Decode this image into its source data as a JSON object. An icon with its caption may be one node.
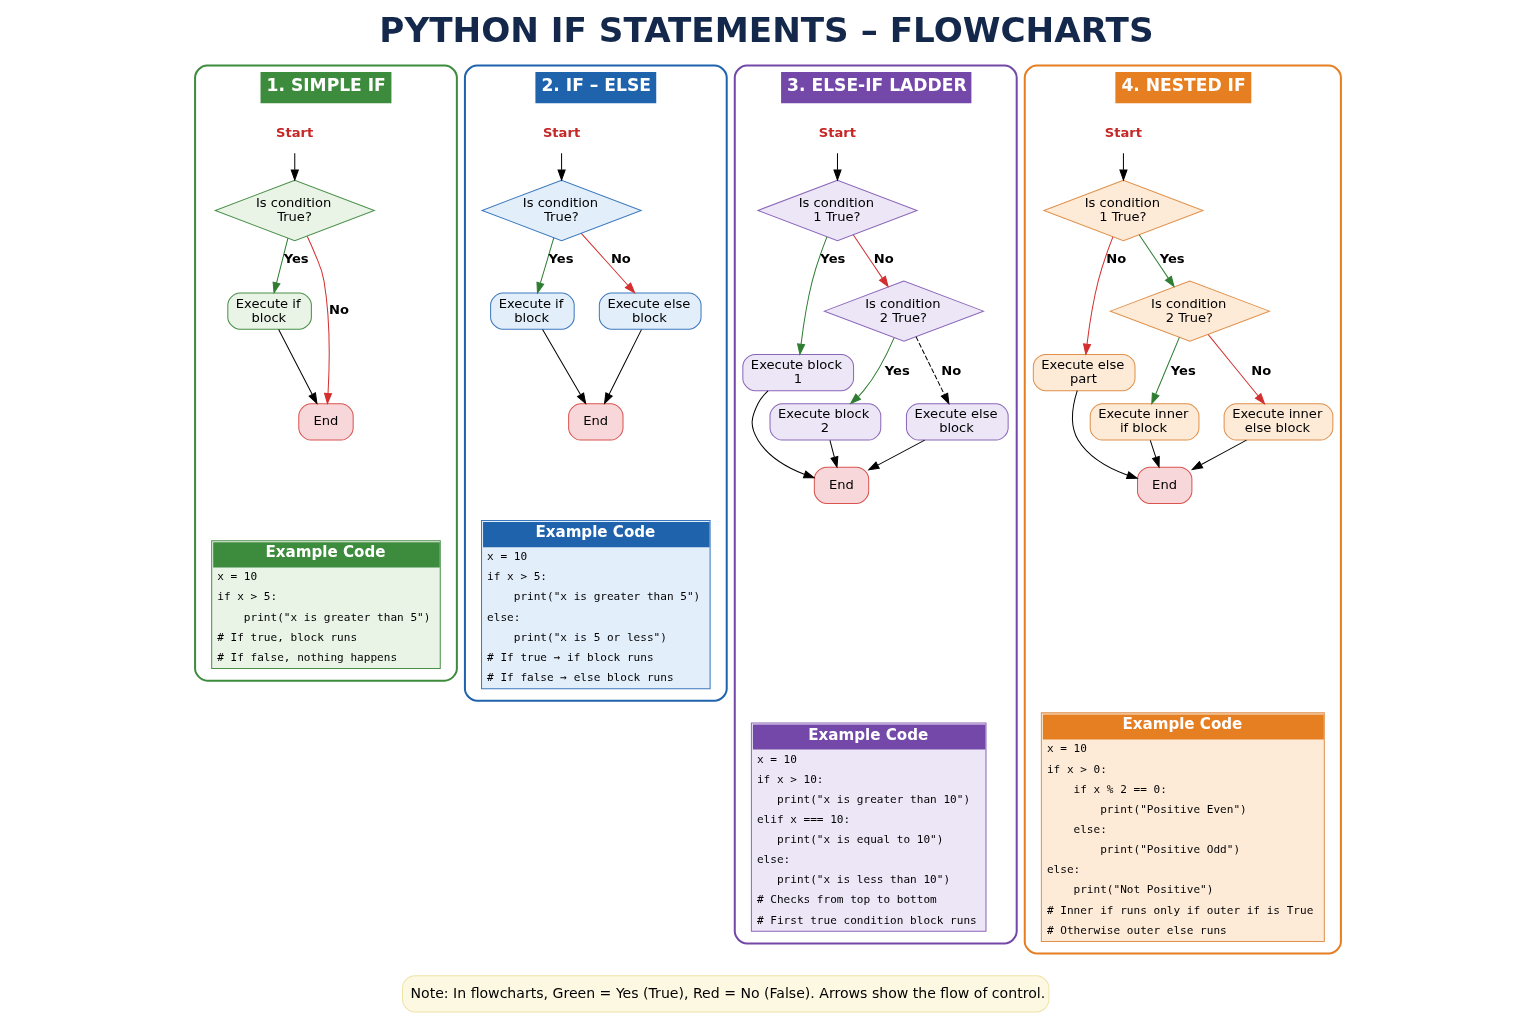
{
  "diagram": {
    "title": "PYTHON IF STATEMENTS – FLOWCHARTS",
    "nodes": [
      {
        "text": [
          "1. SIMPLE IF"
        ]
      },
      {
        "text": [
          "Start"
        ],
        "in": 0
      },
      {
        "text": [
          "Is condition True?"
        ],
        "in": 0
      },
      {
        "text": [
          "Execute if block"
        ],
        "in": 0
      },
      {
        "text": [
          "End"
        ],
        "in": 0
      },
      {
        "text": [
          "Example Code",
          "x = 10",
          "if x > 5:",
          "    print(\"x is greater than 5\")",
          "# If true, block runs",
          "# If false, nothing happens"
        ],
        "in": 0
      },
      {
        "text": [
          "2. IF – ELSE"
        ]
      },
      {
        "text": [
          "Start"
        ],
        "in": 6
      },
      {
        "text": [
          "Is condition True?"
        ],
        "in": 6
      },
      {
        "text": [
          "Execute if block"
        ],
        "in": 6
      },
      {
        "text": [
          "Execute else block"
        ],
        "in": 6
      },
      {
        "text": [
          "End"
        ],
        "in": 6
      },
      {
        "text": [
          "Example Code",
          "x = 10",
          "if x > 5:",
          "    print(\"x is greater than 5\")",
          "else:",
          "    print(\"x is 5 or less\")",
          "# If true → if block runs",
          "# If false → else block runs"
        ],
        "in": 6
      },
      {
        "text": [
          "3. ELSE-IF LADDER"
        ]
      },
      {
        "text": [
          "Start"
        ],
        "in": 13
      },
      {
        "text": [
          "Is condition 1 True?"
        ],
        "in": 13
      },
      {
        "text": [
          "Execute block 1"
        ],
        "in": 13
      },
      {
        "text": [
          "Is condition 2 True?"
        ],
        "in": 13
      },
      {
        "text": [
          "Execute block 2"
        ],
        "in": 13
      },
      {
        "text": [
          "Execute else block"
        ],
        "in": 13
      },
      {
        "text": [
          "End"
        ],
        "in": 13
      },
      {
        "text": [
          "Example Code",
          "x = 10",
          "if x > 10:",
          "   print(\"x is greater than 10\")",
          "elif x === 10:",
          "   print(\"x is equal to 10\")",
          "else:",
          "   print(\"x is less than 10\")",
          "# Checks from top to bottom",
          "# First true condition block runs"
        ],
        "in": 13
      },
      {
        "text": [
          "4. NESTED IF"
        ]
      },
      {
        "text": [
          "Start"
        ],
        "in": 22
      },
      {
        "text": [
          "Is condition 1 True?"
        ],
        "in": 22
      },
      {
        "text": [
          "Execute else part"
        ],
        "in": 22
      },
      {
        "text": [
          "Is condition 2 True?"
        ],
        "in": 22
      },
      {
        "text": [
          "Execute inner if block"
        ],
        "in": 22
      },
      {
        "text": [
          "Execute inner else block"
        ],
        "in": 22
      },
      {
        "text": [
          "End"
        ],
        "in": 22
      },
      {
        "text": [
          "Example Code",
          "x = 10",
          "if x > 0:",
          "    if x % 2 == 0:",
          "        print(\"Positive Even\")",
          "    else:",
          "        print(\"Positive Odd\")",
          "else:",
          "    print(\"Not Positive\")",
          "# Inner if runs only if outer if is True",
          "# Otherwise outer else runs"
        ],
        "in": 22
      }
    ],
    "edges": [
      {
        "from": 1,
        "to": 2,
        "arrow": "to"
      },
      {
        "from": 2,
        "to": 3,
        "label": "Yes",
        "arrow": "to",
        "color": "#2e7d32"
      },
      {
        "from": 2,
        "to": 4,
        "label": "No",
        "arrow": "to",
        "color": "#d32f2f"
      },
      {
        "from": 3,
        "to": 4,
        "arrow": "to"
      },
      {
        "from": 7,
        "to": 8,
        "arrow": "to"
      },
      {
        "from": 8,
        "to": 9,
        "label": "Yes",
        "arrow": "to",
        "color": "#2e7d32"
      },
      {
        "from": 8,
        "to": 10,
        "label": "No",
        "arrow": "to",
        "color": "#d32f2f"
      },
      {
        "from": 9,
        "to": 11,
        "arrow": "to"
      },
      {
        "from": 10,
        "to": 11,
        "arrow": "to"
      },
      {
        "from": 14,
        "to": 15,
        "arrow": "to"
      },
      {
        "from": 15,
        "to": 16,
        "label": "Yes",
        "arrow": "to",
        "color": "#2e7d32"
      },
      {
        "from": 15,
        "to": 17,
        "label": "No",
        "arrow": "to",
        "color": "#d32f2f"
      },
      {
        "from": 17,
        "to": 18,
        "label": "Yes",
        "arrow": "to",
        "color": "#2e7d32"
      },
      {
        "from": 17,
        "to": 19,
        "label": "No",
        "arrow": "to",
        "style": "dashed"
      },
      {
        "from": 16,
        "to": 20,
        "arrow": "to"
      },
      {
        "from": 18,
        "to": 20,
        "arrow": "to"
      },
      {
        "from": 19,
        "to": 20,
        "arrow": "to"
      },
      {
        "from": 23,
        "to": 24,
        "arrow": "to"
      },
      {
        "from": 24,
        "to": 25,
        "label": "No",
        "arrow": "to",
        "color": "#d32f2f"
      },
      {
        "from": 24,
        "to": 26,
        "label": "Yes",
        "arrow": "to",
        "color": "#2e7d32"
      },
      {
        "from": 26,
        "to": 27,
        "label": "Yes",
        "arrow": "to",
        "color": "#2e7d32"
      },
      {
        "from": 26,
        "to": 28,
        "label": "No",
        "arrow": "to",
        "color": "#d32f2f"
      },
      {
        "from": 25,
        "to": 29,
        "arrow": "to"
      },
      {
        "from": 27,
        "to": 29,
        "arrow": "to"
      },
      {
        "from": 28,
        "to": 29,
        "arrow": "to"
      }
    ],
    "labels": [
      "Note: In flowcharts, Green = Yes (True), Red = No (False). Arrows show the flow of control."
    ]
  }
}
